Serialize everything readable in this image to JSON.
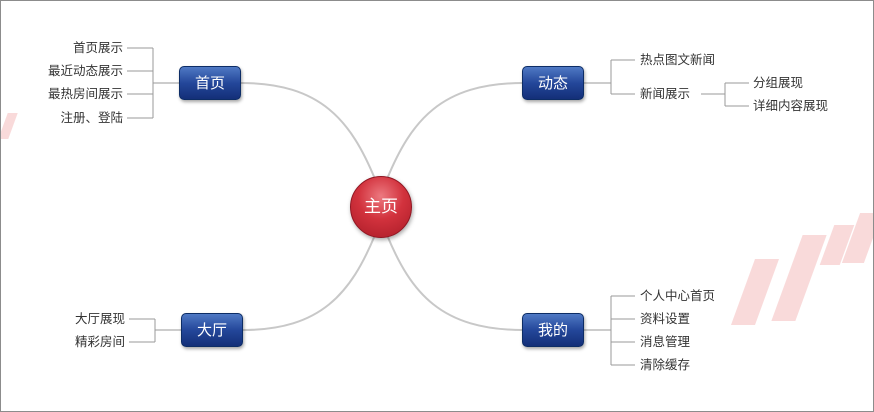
{
  "center": {
    "label": "主页"
  },
  "topics": {
    "home": {
      "label": "首页",
      "items": [
        "首页展示",
        "最近动态展示",
        "最热房间展示",
        "注册、登陆"
      ]
    },
    "news": {
      "label": "动态",
      "items": [
        "热点图文新闻",
        "新闻展示"
      ],
      "sub_items": [
        "分组展现",
        "详细内容展现"
      ]
    },
    "hall": {
      "label": "大厅",
      "items": [
        "大厅展现",
        "精彩房间"
      ]
    },
    "mine": {
      "label": "我的",
      "items": [
        "个人中心首页",
        "资料设置",
        "消息管理",
        "清除缓存"
      ]
    }
  },
  "colors": {
    "center": "#c62832",
    "topic": "#1e3f8f",
    "connector": "#c8c8c8",
    "leaf_line": "#9a9a9a",
    "text": "#333333"
  }
}
